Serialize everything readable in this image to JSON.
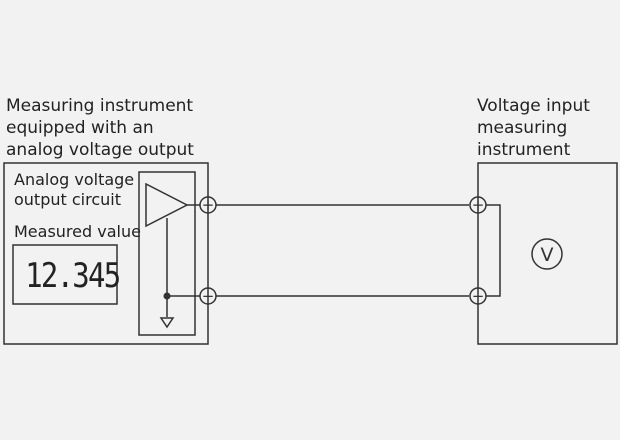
{
  "left_instrument": {
    "title_lines": [
      "Measuring instrument",
      "equipped with an",
      "analog voltage output"
    ],
    "circuit_label_lines": [
      "Analog voltage",
      "output circuit"
    ],
    "measured_label": "Measured value",
    "display_value": "12.345"
  },
  "right_instrument": {
    "title_lines": [
      "Voltage input",
      "measuring",
      "instrument"
    ],
    "meter_symbol": "V"
  },
  "terminals": {
    "plus": "+",
    "minus": "−"
  },
  "colors": {
    "line": "#333333",
    "background": "#f2f2f2"
  }
}
